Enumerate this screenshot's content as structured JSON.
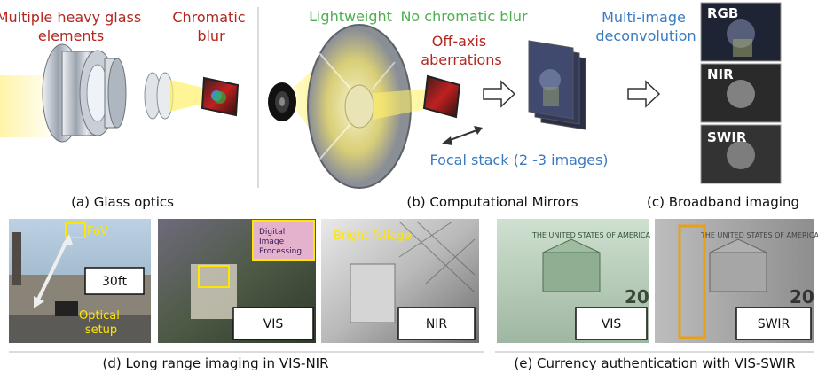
{
  "panel_a": {
    "label_glass": [
      "Multiple heavy glass",
      "elements"
    ],
    "label_blur": [
      "Chromatic",
      "blur"
    ],
    "caption": "(a) Glass optics"
  },
  "panel_b": {
    "label_lightweight": "Lightweight",
    "label_no_blur": "No chromatic blur",
    "label_offaxis": [
      "Off-axis",
      "aberrations"
    ],
    "label_focal": "Focal stack (2 -3 images)",
    "caption": "(b) Computational Mirrors"
  },
  "panel_c": {
    "label_deconv": [
      "Multi-image",
      "deconvolution"
    ],
    "band_rgb": "RGB",
    "band_nir": "NIR",
    "band_swir": "SWIR",
    "caption": "(c) Broadband imaging"
  },
  "panel_d": {
    "fov": "FoV",
    "distance": "30ft",
    "optical_setup": [
      "Optical",
      "setup"
    ],
    "vis": "VIS",
    "nir": "NIR",
    "bright_foliage": "Bright foliage",
    "sign_text": [
      "Digital",
      "Image",
      "Processing"
    ],
    "caption": "(d) Long range imaging in VIS-NIR"
  },
  "panel_e": {
    "vis": "VIS",
    "swir": "SWIR",
    "banknote_text": "THE UNITED STATES OF AMERICA",
    "denomination": "20",
    "caption": "(e) Currency authentication with VIS-SWIR"
  }
}
